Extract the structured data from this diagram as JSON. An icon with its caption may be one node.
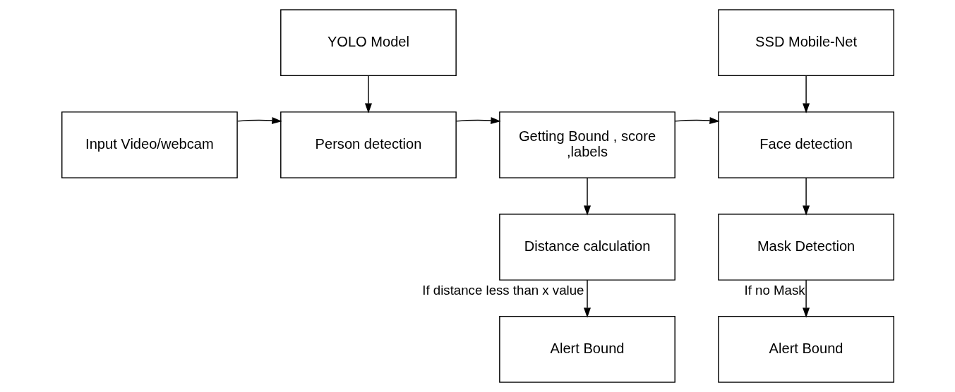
{
  "diagram": {
    "nodes": [
      {
        "text": [
          "YOLO Model"
        ]
      },
      {
        "text": [
          "Input Video/webcam"
        ]
      },
      {
        "text": [
          "Person detection"
        ]
      },
      {
        "text": [
          "Getting Bound , score ,labels"
        ]
      },
      {
        "text": [
          "SSD Mobile-Net"
        ]
      },
      {
        "text": [
          "Face detection"
        ]
      },
      {
        "text": [
          "Distance calculation"
        ]
      },
      {
        "text": [
          "Mask Detection"
        ]
      },
      {
        "text": [
          "Alert Bound"
        ]
      },
      {
        "text": [
          "Alert Bound"
        ]
      }
    ],
    "edges": [
      {
        "from": 1,
        "to": 2,
        "arrow": "to"
      },
      {
        "from": 0,
        "to": 2,
        "arrow": "to"
      },
      {
        "from": 2,
        "to": 3,
        "arrow": "to"
      },
      {
        "from": 3,
        "to": 5,
        "arrow": "to"
      },
      {
        "from": 4,
        "to": 5,
        "arrow": "to"
      },
      {
        "from": 3,
        "to": 6,
        "arrow": "to"
      },
      {
        "from": 5,
        "to": 7,
        "arrow": "to"
      },
      {
        "from": 6,
        "to": 8,
        "arrow": "to",
        "label": "If distance less than x value"
      },
      {
        "from": 7,
        "to": 9,
        "arrow": "to",
        "label": "If no Mask"
      }
    ]
  }
}
